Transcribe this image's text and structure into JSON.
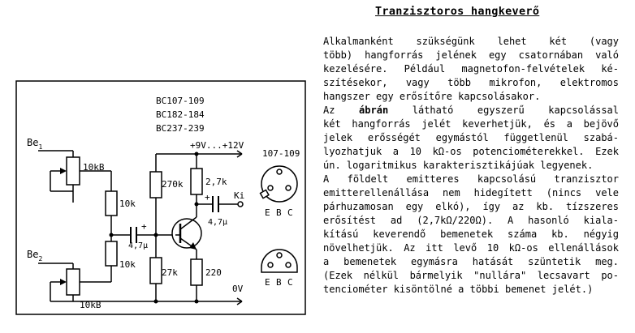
{
  "article": {
    "title": "Tranzisztoros hangkeverő",
    "lines": [
      "  Alkalmanként szükségünk lehet két (vagy",
      "több) hangforrás jelének egy csatornában való",
      "kezelésére. Például magnetofon-felvételek ké-",
      "szítésekor, vagy több mikrofon, elektromos",
      "hangszer egy erősítőre kapcsolásakor.",
      "  Az ",
      "két hangforrás jelét keverhetjük, és a bejövő",
      "jelek erősségét egymástól függetlenül szabá-",
      "lyozhatjuk a 10 kΩ-os potenciométerekkel. Ezek",
      "ún. logaritmikus karakterisztikájúak legyenek.",
      "  A földelt emitteres kapcsolású tranzisztor",
      "emitterellenállása nem hidegített (nincs vele",
      "párhuzamosan egy elkó), így az kb. tízszeres",
      "erősítést ad (2,7kΩ/220Ω).   A hasonló kiala-",
      "kítású keverendő bemenetek száma kb. négyig",
      "növelhetjük. Az itt levő 10 kΩ-os ellenállások",
      "a bemenetek egymásra hatását szüntetik meg.",
      "(Ezek nélkül bármelyik \"nullára\" lecsavart po-",
      "tenciométer kisöntölné a többi bemenet jelét.)"
    ],
    "line6_bold": "ábrán",
    "line6_rest": " látható egyszerű kapcsolással"
  },
  "schematic": {
    "transistor_types": [
      "BC107-109",
      "BC182-184",
      "BC237-239"
    ],
    "supply": "+9V...+12V",
    "ground": "0V",
    "inputs": [
      "Be",
      "Be"
    ],
    "input_subscripts": [
      "1",
      "2"
    ],
    "pot_values": [
      "10kB",
      "10kB"
    ],
    "mix_resistors": [
      "10k",
      "10k"
    ],
    "coupling_cap_in": "4,7μ",
    "coupling_cap_out": "4,7μ",
    "bias_upper": "270k",
    "bias_lower": "27k",
    "collector_r": "2,7k",
    "emitter_r": "220",
    "output": "Ki",
    "polarity_in": "+",
    "polarity_out": "+",
    "package_type": "107-109",
    "pinout1": [
      "E",
      "B",
      "C"
    ],
    "pinout2": [
      "E",
      "B",
      "C"
    ]
  }
}
